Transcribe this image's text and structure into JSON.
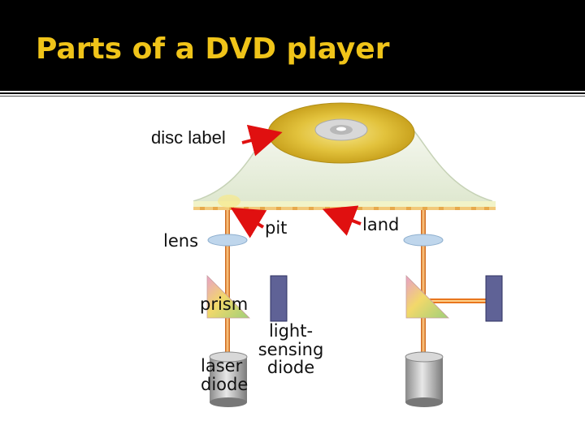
{
  "slide": {
    "title": "Parts of a DVD player",
    "accent_color": "#f0c419",
    "title_bar_color": "#000000"
  },
  "diagram": {
    "labels": {
      "disc_label": "disc label",
      "lens": "lens",
      "pit": "pit",
      "land": "land",
      "prism": "prism",
      "light_sensing_diode": "light-\nsensing\ndiode",
      "laser_diode": "laser\ndiode"
    },
    "colors": {
      "disc": "#e2c23c",
      "canopy": "#e7eeda",
      "laser_beam": "#e8761e",
      "arrow": "#e01010",
      "sensor": "#5f6296",
      "lens": "#bfd6ec"
    },
    "icons": [
      "arrow-icon",
      "lens-icon",
      "prism-icon",
      "sensor-icon",
      "laser-diode-icon"
    ]
  }
}
